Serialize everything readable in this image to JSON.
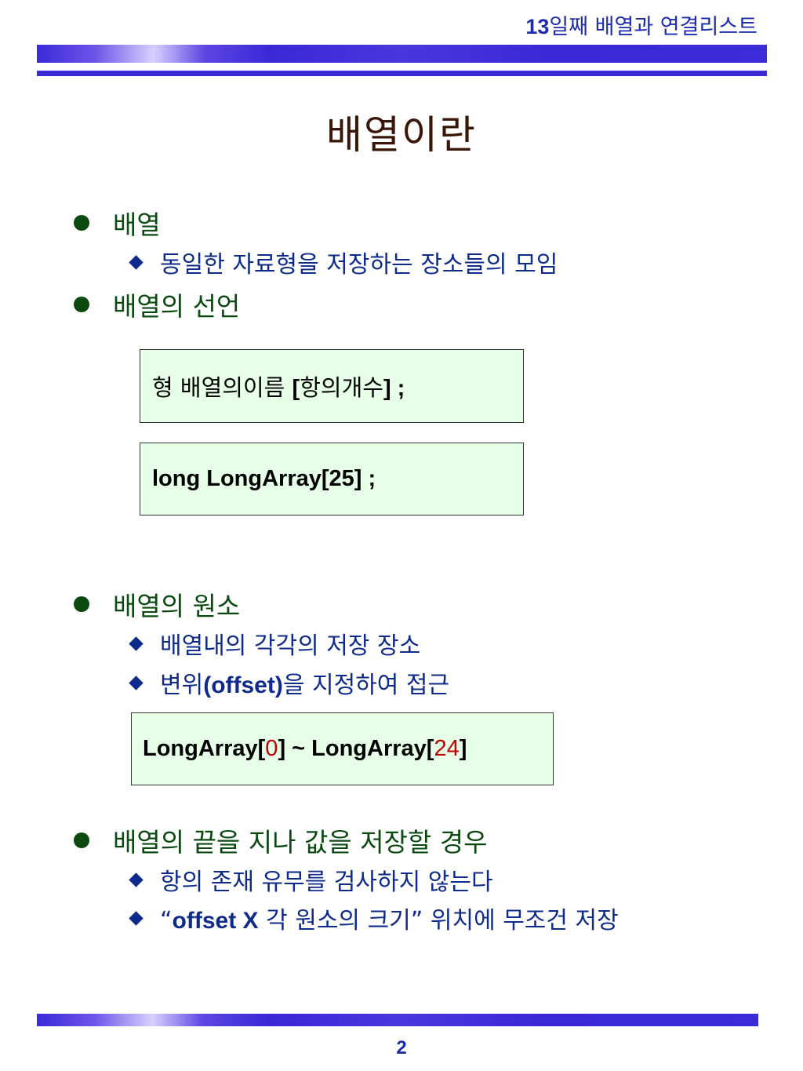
{
  "header": {
    "num": "13",
    "title": "일째 배열과 연결리스트"
  },
  "slide": {
    "title": "배열이란"
  },
  "sections": {
    "s1": {
      "bullet": "배열",
      "sub1": "동일한 자료형을 저장하는 장소들의 모임"
    },
    "s2": {
      "bullet": "배열의 선언",
      "box1": {
        "a": "형 배열의이름 ",
        "b": "[",
        "c": "항의개수",
        "d": "] ;"
      },
      "box2": "long LongArray[25] ;"
    },
    "s3": {
      "bullet": "배열의 원소",
      "sub1": "배열내의 각각의 저장 장소",
      "sub2": {
        "a": "변위",
        "b": "(offset)",
        "c": "을 지정하여 접근"
      },
      "box3": {
        "a": "LongArray[",
        "b": "0",
        "c": "] ~ LongArray[",
        "d": "24",
        "e": "]"
      }
    },
    "s4": {
      "bullet": "배열의 끝을 지나 값을 저장할 경우",
      "sub1": "항의 존재 유무를 검사하지 않는다",
      "sub2": {
        "a": "“",
        "b": "offset X",
        "c": " 각 원소의 크기",
        "d": "”",
        "e": " 위치에 무조건 저장"
      }
    }
  },
  "footer": {
    "page": "2"
  }
}
